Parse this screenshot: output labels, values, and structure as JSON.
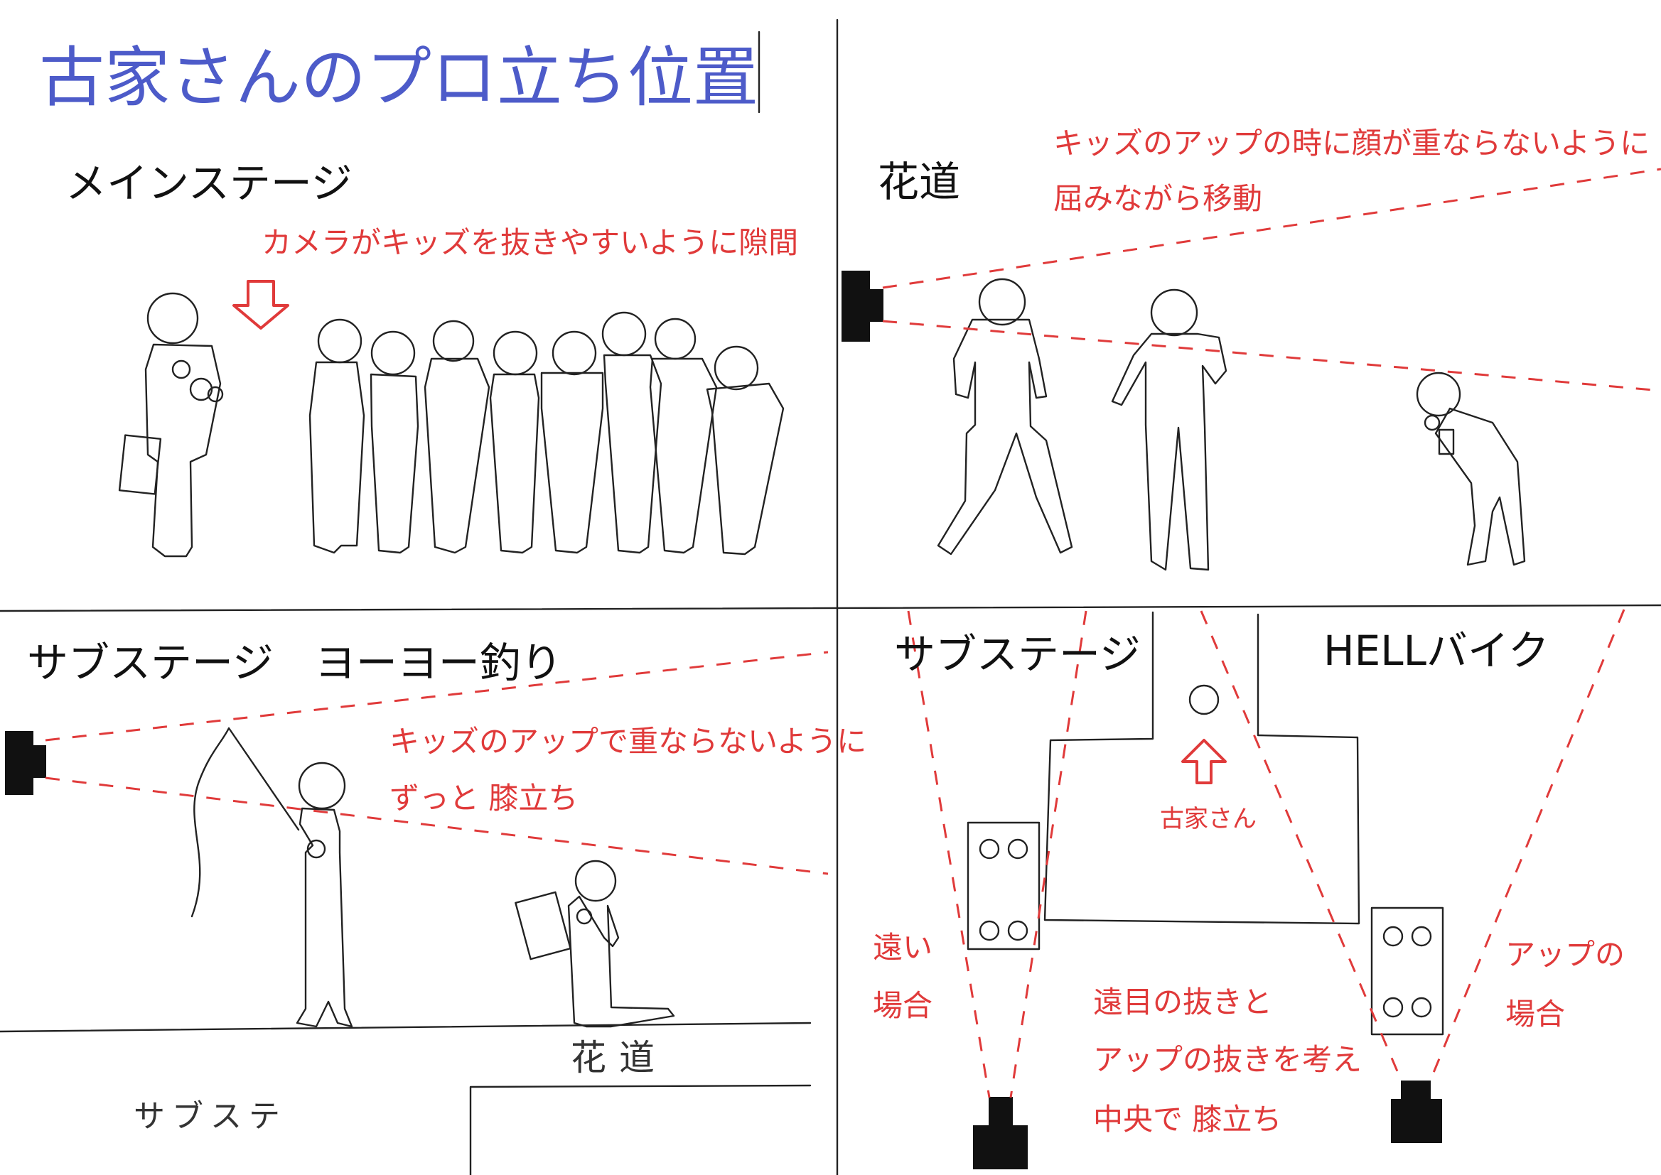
{
  "title": "古家さんのプロ立ち位置",
  "colors": {
    "title": "#4d5bc9",
    "annotation": "#e03a3a",
    "sketch": "#222222"
  },
  "panels": {
    "main_stage": {
      "heading": "メインステージ",
      "note": "カメラがキッズを抜きやすいように隙間"
    },
    "hanamichi": {
      "heading": "花道",
      "note_line1": "キッズのアップの時に顔が重ならないように",
      "note_line2": "屈みながら移動"
    },
    "sub_stage_yoyo": {
      "heading": "サブステージ　ヨーヨー釣り",
      "note_line1": "キッズのアップで重ならないように",
      "note_line2": "ずっと 膝立ち",
      "label_hanamichi": "花道",
      "label_substage": "サブステ"
    },
    "sub_stage_hell": {
      "heading_left": "サブステージ",
      "heading_right": "HELLバイク",
      "furuya_label": "古家さん",
      "far_line1": "遠い",
      "far_line2": "場合",
      "up_line1": "アップの",
      "up_line2": "場合",
      "center_line1": "遠目の抜きと",
      "center_line2": "アップの抜きを考え",
      "center_line3": "中央で 膝立ち"
    }
  }
}
